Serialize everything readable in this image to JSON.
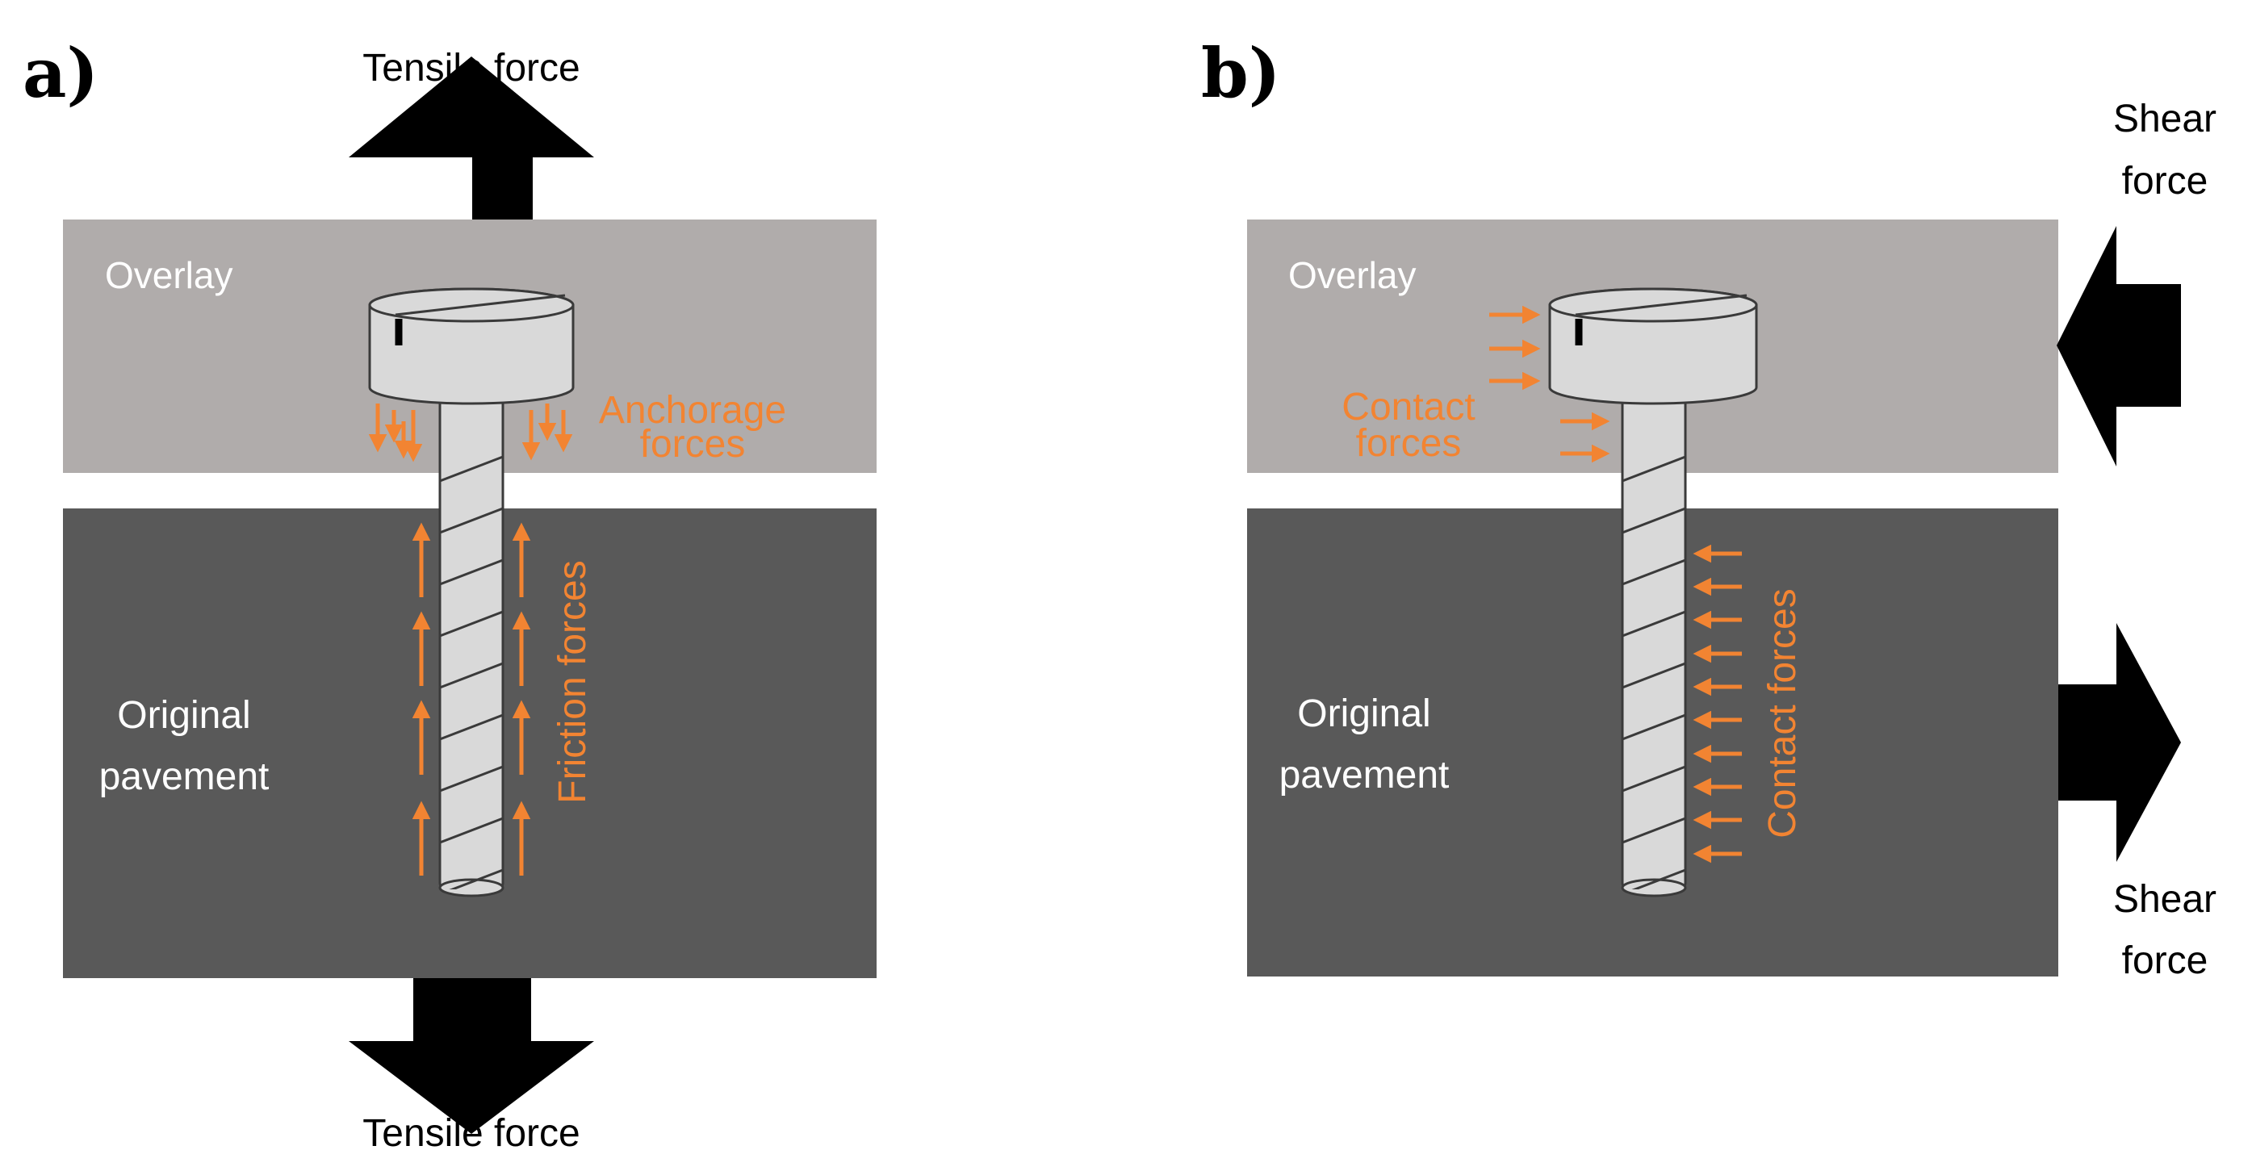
{
  "colors": {
    "overlay": "#B0ACAB",
    "pavement": "#595959",
    "force_arrow": "#000000",
    "annotation": "#F28432",
    "bolt_fill": "#D9D9D9",
    "bolt_stroke": "#3A3A3A",
    "layer_text": "#FFFFFF",
    "label_text": "#000000"
  },
  "panel_a": {
    "label": "a)",
    "top_force": "Tensile force",
    "bottom_force": "Tensile force",
    "overlay_label": "Overlay",
    "pavement_label_line1": "Original",
    "pavement_label_line2": "pavement",
    "anchorage_line1": "Anchorage",
    "anchorage_line2": "forces",
    "friction_label": "Friction forces"
  },
  "panel_b": {
    "label": "b)",
    "top_force_line1": "Shear",
    "top_force_line2": "force",
    "bottom_force_line1": "Shear",
    "bottom_force_line2": "force",
    "overlay_label": "Overlay",
    "pavement_label_line1": "Original",
    "pavement_label_line2": "pavement",
    "contact_upper_line1": "Contact",
    "contact_upper_line2": "forces",
    "contact_lower": "Contact forces"
  },
  "icons": {
    "force_arrow": "block-arrow-icon",
    "small_arrow": "small-arrow-icon",
    "bolt": "bolt-icon"
  }
}
